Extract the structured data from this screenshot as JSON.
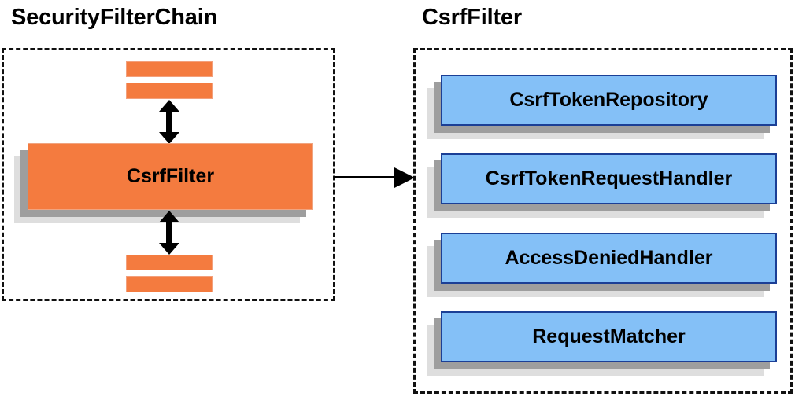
{
  "diagram": {
    "left_panel": {
      "title": "SecurityFilterChain",
      "filter_label": "CsrfFilter",
      "bars_above": [
        "",
        ""
      ],
      "bars_below": [
        "",
        ""
      ],
      "arrow_above_name": "bidirectional-arrow",
      "arrow_below_name": "bidirectional-arrow"
    },
    "right_panel": {
      "title": "CsrfFilter",
      "components": [
        {
          "label": "CsrfTokenRepository"
        },
        {
          "label": "CsrfTokenRequestHandler"
        },
        {
          "label": "AccessDeniedHandler"
        },
        {
          "label": "RequestMatcher"
        }
      ]
    },
    "connector": {
      "from": "CsrfFilter",
      "to": "CsrfFilter detail panel",
      "direction": "right"
    },
    "colors": {
      "orange_fill": "#f47b3f",
      "orange_border": "#f3a07c",
      "blue_fill": "#84c0f7",
      "blue_border": "#1b3f96",
      "shadow_near": "#9e9e9e",
      "shadow_far": "#dedede",
      "outline": "#111111",
      "text": "#000000",
      "background": "#ffffff"
    }
  }
}
